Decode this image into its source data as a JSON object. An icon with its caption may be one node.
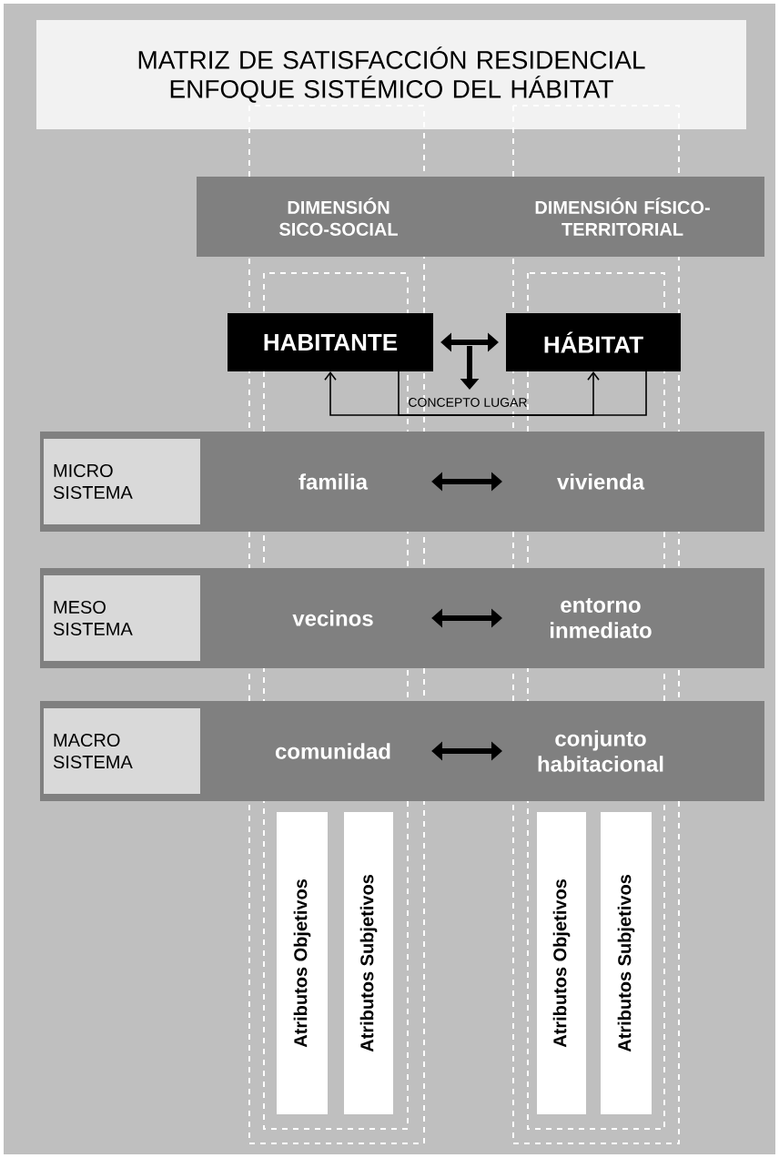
{
  "diagram": {
    "title": "MATRIZ DE SATISFACCIÓN RESIDENCIAL ENFOQUE SISTÉMICO DEL HÁBITAT",
    "nodes": [
      {
        "text": [
          "DIMENSIÓN SICO-SOCIAL",
          "DIMENSIÓN FÍSICO-TERRITORIAL"
        ]
      },
      {
        "text": [
          "HABITANTE"
        ]
      },
      {
        "text": [
          "HÁBITAT"
        ]
      },
      {
        "text": [],
        "shape": "bar"
      },
      {
        "text": [
          "MICRO SISTEMA"
        ],
        "in": 3
      },
      {
        "text": [
          "familia"
        ],
        "in": 3
      },
      {
        "text": [
          "vivienda"
        ],
        "in": 3
      },
      {
        "text": [],
        "shape": "bar"
      },
      {
        "text": [
          "MESO SISTEMA"
        ],
        "in": 7
      },
      {
        "text": [
          "vecinos"
        ],
        "in": 7
      },
      {
        "text": [
          "entorno inmediato"
        ],
        "in": 7
      },
      {
        "text": [],
        "shape": "bar"
      },
      {
        "text": [
          "MACRO SISTEMA"
        ],
        "in": 11
      },
      {
        "text": [
          "comunidad"
        ],
        "in": 11
      },
      {
        "text": [
          "conjunto habitacional"
        ],
        "in": 11
      },
      {
        "text": [
          "Atributos Objetivos"
        ]
      },
      {
        "text": [
          "Atributos Subjetivos"
        ]
      },
      {
        "text": [
          "Atributos Objetivos"
        ]
      },
      {
        "text": [
          "Atributos Subjetivos"
        ]
      }
    ],
    "edges": [
      {
        "from": 1,
        "to": 2,
        "arrow": "to"
      },
      {
        "from": 2,
        "to": 1,
        "arrow": "to",
        "label": "CONCEPTO LUGAR"
      },
      {
        "from": 1,
        "to": 2,
        "arrow": "both"
      },
      {
        "from": 5,
        "to": 6,
        "arrow": "both"
      },
      {
        "from": 9,
        "to": 10,
        "arrow": "both"
      },
      {
        "from": 13,
        "to": 14,
        "arrow": "both"
      }
    ]
  }
}
